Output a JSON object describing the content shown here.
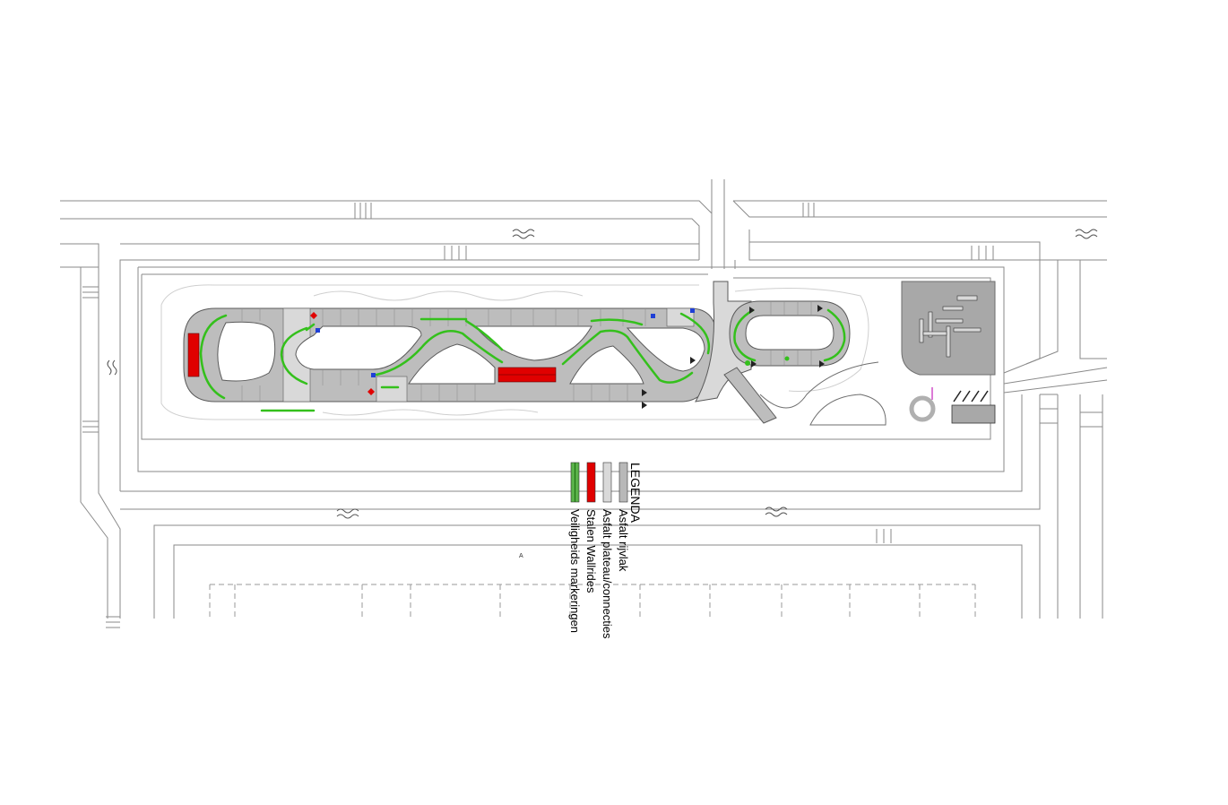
{
  "legend": {
    "title": "LEGENDA",
    "items": [
      {
        "label": "Asfalt rijvlak",
        "color": "#b8b8b8"
      },
      {
        "label": "Asfalt plateau/connecties",
        "color": "#d9d9d9"
      },
      {
        "label": "Stalen Wallrides",
        "color": "#e00000"
      },
      {
        "label": "Veiligheids markeringen",
        "color": "#5ab24a"
      }
    ]
  },
  "north_marker": "A",
  "colors": {
    "line": "#6e6e6e",
    "track": "#bdbdbd",
    "plateau": "#d9d9d9",
    "wallride": "#e00000",
    "safety": "#34c01c",
    "marker_blue": "#1f3fd6",
    "marker_red": "#e00000",
    "dark_area": "#a8a8a8",
    "pink": "#d04fc8"
  }
}
